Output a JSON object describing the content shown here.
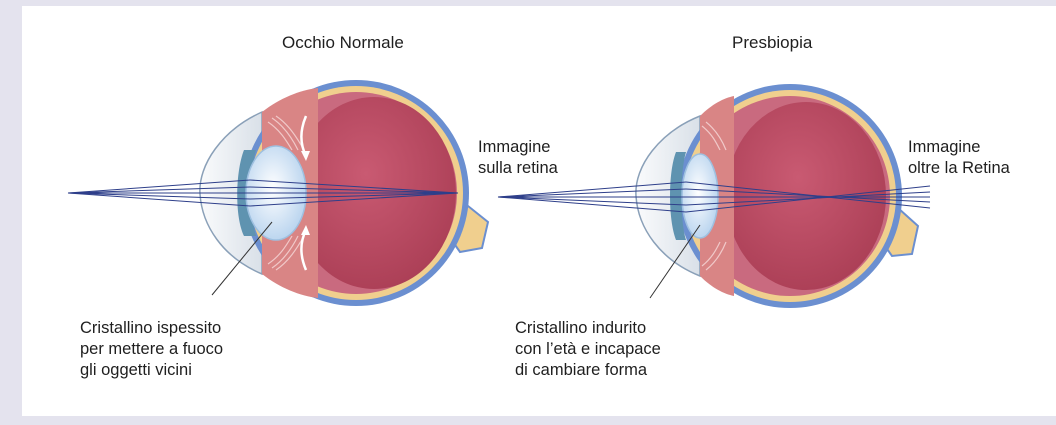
{
  "diagram": {
    "normal_eye": {
      "title": "Occhio Normale",
      "image_label": [
        "Immagine",
        "sulla retina"
      ],
      "lens_label": [
        "Cristallino ispessito",
        "per mettere a fuoco",
        "gli oggetti vicini"
      ]
    },
    "presbyopia_eye": {
      "title": "Presbiopia",
      "image_label": [
        "Immagine",
        "oltre la Retina"
      ],
      "lens_label": [
        "Cristallino indurito",
        "con l’età e incapace",
        "di cambiare forma"
      ]
    },
    "colors": {
      "sclera_outline": "#6b8fd0",
      "choroid": "#f0cf8e",
      "vitreous": "#b9485f",
      "ciliary": "#d98585",
      "lens": "#dbe9f7",
      "cornea": "#eef1f4",
      "rays": "#2e3f8a"
    }
  }
}
